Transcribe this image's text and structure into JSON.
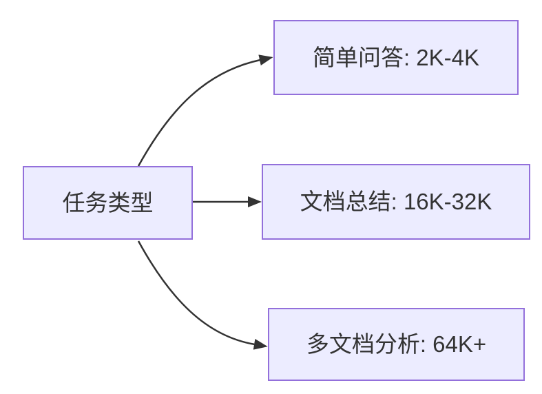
{
  "diagram": {
    "type": "flowchart",
    "direction": "left-to-right",
    "root": {
      "id": "task-type",
      "label": "任务类型"
    },
    "children": [
      {
        "id": "simple-qa",
        "label": "简单问答: 2K-4K"
      },
      {
        "id": "doc-summary",
        "label": "文档总结: 16K-32K"
      },
      {
        "id": "multi-doc",
        "label": "多文档分析: 64K+"
      }
    ],
    "edges": [
      {
        "from": "task-type",
        "to": "simple-qa"
      },
      {
        "from": "task-type",
        "to": "doc-summary"
      },
      {
        "from": "task-type",
        "to": "multi-doc"
      }
    ],
    "colors": {
      "node_fill": "#ECECFF",
      "node_border": "#9370DB",
      "edge": "#333333",
      "text": "#333333",
      "background": "#FFFFFF"
    }
  }
}
